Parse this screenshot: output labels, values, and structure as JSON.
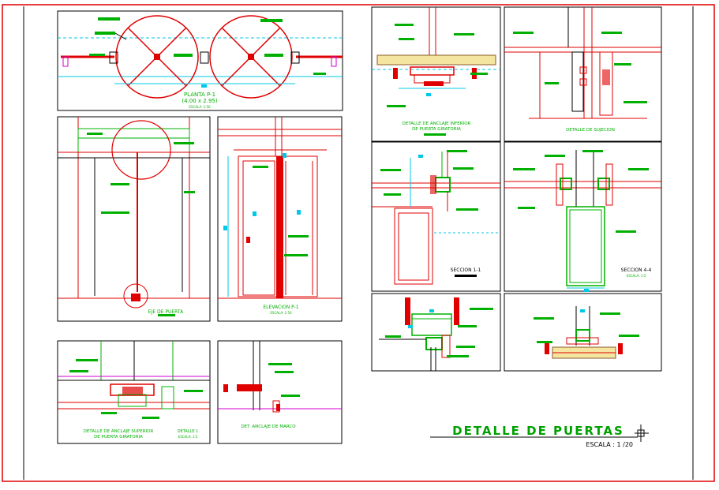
{
  "sheet": {
    "title": "DETALLE DE PUERTAS",
    "scale": "ESCALA : 1 /20"
  },
  "panels": {
    "plan": {
      "title": "PLANTA P-1",
      "dims": "(4.00 x 2.95)",
      "scale": "ESCALA: 1:50"
    },
    "axis": {
      "title": "EJE DE PUERTA"
    },
    "elevation": {
      "title": "ELEVACION P-1",
      "scale": "ESCALA: 1:50"
    },
    "upper_anchor": {
      "title1": "DETALLE DE ANCLAJE SUPERIOR",
      "title2": "DE PUERTA GIRATORIA"
    },
    "detail1": {
      "title": "DETALLE 1",
      "scale": "ESCALA: 1:5"
    },
    "frame_anchor": {
      "title": "DET. ANCLAJE DE MARCO"
    },
    "lower_anchor": {
      "title1": "DETALLE DE ANCLAJE INFERIOR",
      "title2": "DE PUERTA GIRATORIA"
    },
    "fastening": {
      "title": "DETALLE DE SUJECION"
    },
    "section11": {
      "title": "SECCION 1-1"
    },
    "section44": {
      "title": "SECCION 4-4",
      "scale": "ESCALA: 1:5"
    }
  },
  "colors": {
    "red": "#e00000",
    "green": "#00b000",
    "cyan": "#00c8e8",
    "magenta": "#d000d0",
    "black": "#000000",
    "brown": "#8a5a2a"
  }
}
